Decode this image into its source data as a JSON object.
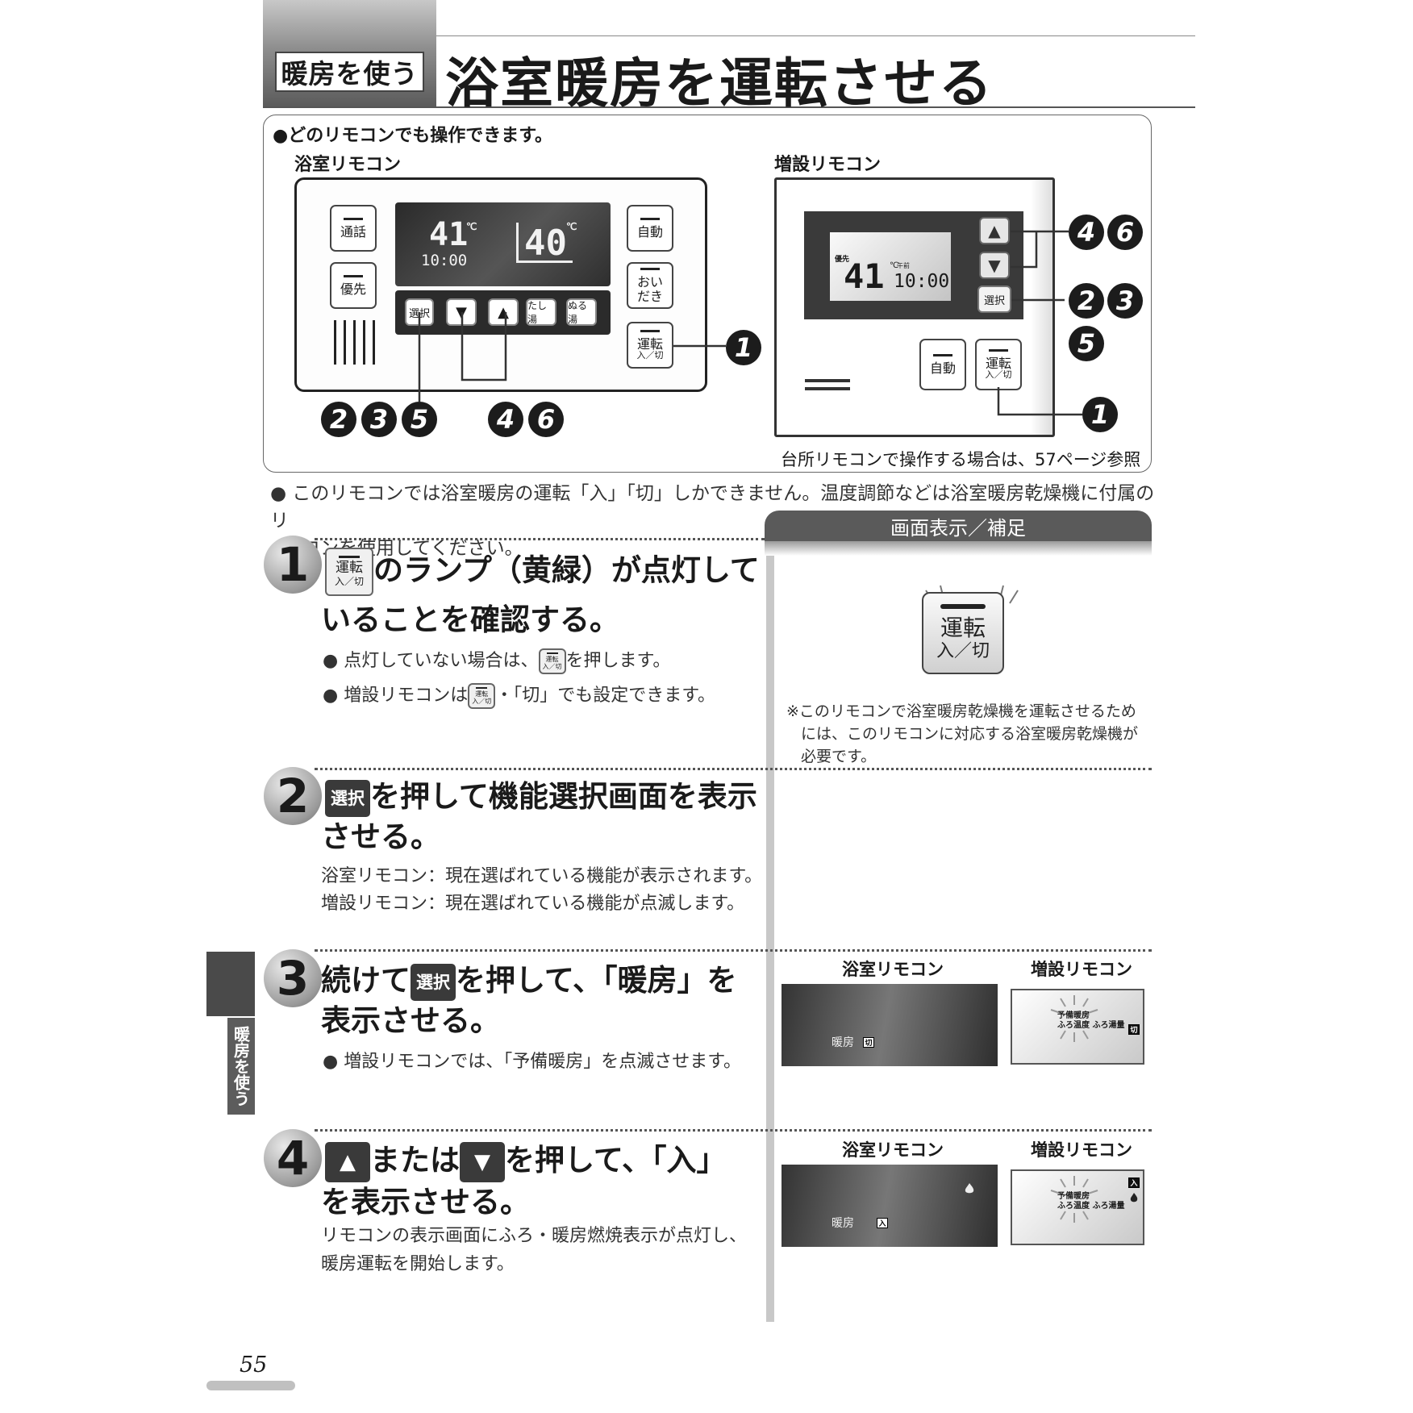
{
  "header": {
    "section_label": "暖房を使う",
    "title": "浴室暖房を運転させる"
  },
  "remotes": {
    "note": "●どのリモコンでも操作できます。",
    "bath_label": "浴室リモコン",
    "sub_label": "増設リモコン",
    "bath": {
      "btn_talk": "通話",
      "btn_priority": "優先",
      "btn_auto": "自動",
      "btn_oidaki_1": "おい",
      "btn_oidaki_2": "だき",
      "btn_run_1": "運転",
      "btn_run_2": "入／切",
      "lcd_temp_left": "41",
      "lcd_unit": "℃",
      "lcd_time": "10:00",
      "lcd_temp_right": "40",
      "strip_select": "選択",
      "strip_down": "▼",
      "strip_up": "▲",
      "strip_tashiyu": "たし湯",
      "strip_nuruyu": "ぬる湯"
    },
    "sub": {
      "lcd_priority": "優先",
      "lcd_temp": "41",
      "lcd_unit": "℃",
      "lcd_ampm": "午前",
      "lcd_time": "10:00",
      "btn_up": "▲",
      "btn_down": "▼",
      "btn_select": "選択",
      "btn_auto": "自動",
      "btn_run_1": "運転",
      "btn_run_2": "入／切"
    },
    "callouts": [
      "1",
      "2",
      "3",
      "4",
      "5",
      "6"
    ],
    "kitchen_ref": "台所リモコンで操作する場合は、57ページ参照"
  },
  "caution_1": "このリモコンでは浴室暖房の運転「入」「切」しかできません。温度調節などは浴室暖房乾燥機に付属のリ",
  "caution_2": "モコンを使用してください。",
  "side_header": "画面表示／補足",
  "steps": [
    {
      "number": "1",
      "title_1": "のランプ（黄緑）が点灯して",
      "title_2": "いることを確認する。",
      "key_1": "運転",
      "key_2": "入／切",
      "bullet_1_pre": "点灯していない場合は、",
      "bullet_1_post": "を押します。",
      "bullet_2_pre": "増設リモコンは",
      "bullet_2_post": "・「切」でも設定できます。"
    },
    {
      "number": "2",
      "key": "選択",
      "title_1": "を押して機能選択画面を表示",
      "title_2": "させる。",
      "line_1": "浴室リモコン：現在選ばれている機能が表示されます。",
      "line_2": "増設リモコン：現在選ばれている機能が点滅します。"
    },
    {
      "number": "3",
      "title_pre": "続けて",
      "key": "選択",
      "title_post": "を押して、「暖房」を",
      "title_2": "表示させる。",
      "bullet": "増設リモコンでは、「予備暖房」を点滅させます。"
    },
    {
      "number": "4",
      "key_up": "▲",
      "title_mid": "または",
      "key_down": "▼",
      "title_post": "を押して、「入」",
      "title_2": "を表示させる。",
      "line_1": "リモコンの表示画面にふろ・暖房燃焼表示が点灯し、",
      "line_2": "暖房運転を開始します。"
    }
  ],
  "side": {
    "run_key_1": "運転",
    "run_key_2": "入／切",
    "note_1": "※このリモコンで浴室暖房乾燥機を運転させるため",
    "note_2": "には、このリモコンに対応する浴室暖房乾燥機が",
    "note_3": "必要です。",
    "step3": {
      "bath_label": "浴室リモコン",
      "sub_label": "増設リモコン",
      "bath_text": "暖房",
      "bath_tag": "切",
      "sub_line_1": "予備暖房",
      "sub_line_2": "ふろ温度 ふろ湯量",
      "sub_tag": "切"
    },
    "step4": {
      "bath_label": "浴室リモコン",
      "sub_label": "増設リモコン",
      "bath_text": "暖房",
      "bath_tag": "入",
      "sub_line_1": "予備暖房",
      "sub_line_2": "ふろ温度 ふろ湯量",
      "sub_tag": "入"
    }
  },
  "side_tab": "暖房を使う",
  "page_number": "55"
}
